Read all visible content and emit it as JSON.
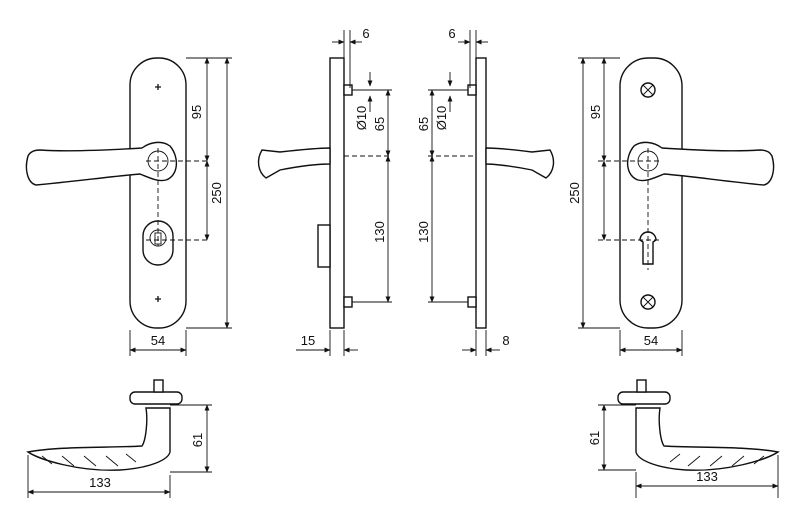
{
  "drawing": {
    "front_left": {
      "dims": [
        "95",
        "250",
        "54"
      ]
    },
    "side_left": {
      "dims": [
        "6",
        "Ø10",
        "65",
        "130",
        "15"
      ]
    },
    "side_right": {
      "dims": [
        "6",
        "65",
        "Ø10",
        "130",
        "8"
      ]
    },
    "front_right": {
      "dims": [
        "95",
        "250",
        "54"
      ]
    },
    "handle_bottom_left": {
      "dims": [
        "61",
        "133"
      ]
    },
    "handle_bottom_right": {
      "dims": [
        "61",
        "133"
      ]
    }
  }
}
